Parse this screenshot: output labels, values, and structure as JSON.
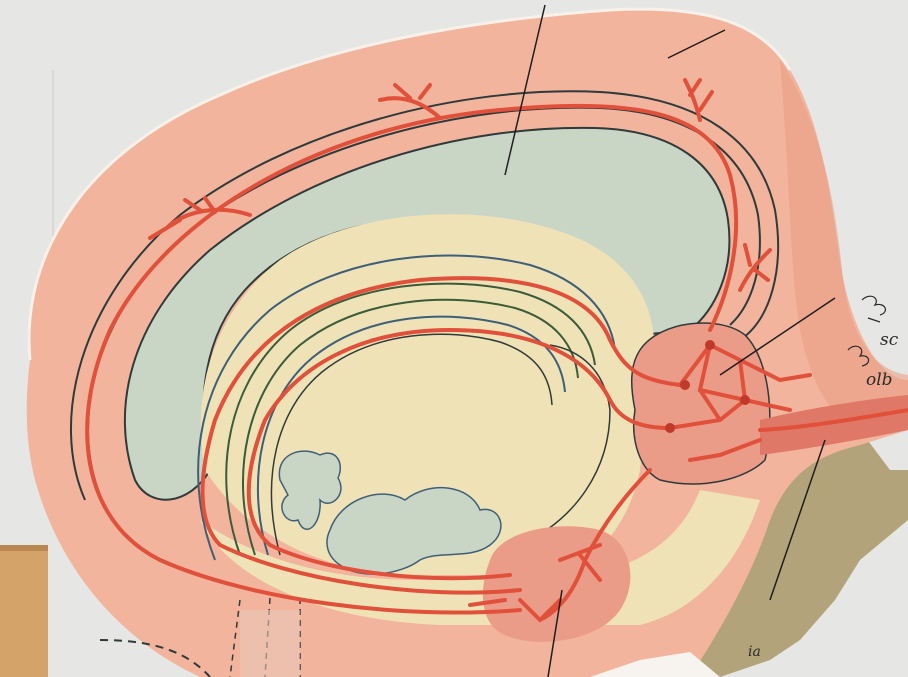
{
  "image": {
    "description_free": true,
    "handwritten_notes": [
      {
        "id": "note-sc",
        "text": "sc"
      },
      {
        "id": "note-olb",
        "text": "olb"
      },
      {
        "id": "note-ia",
        "text": "ia"
      }
    ]
  },
  "colors": {
    "wall": "#e6e6e4",
    "cortex_pink": "#f2b49c",
    "cortex_pink_dark": "#e79c84",
    "limbic_grey": "#c9d6c6",
    "core_yellow": "#efe2b6",
    "paper_edge": "#f7f1ea",
    "pathway_red": "#e0503a",
    "outline_dark": "#2f3a3a",
    "outline_green": "#3b5b3a",
    "outline_blue": "#3f5f78",
    "olive_region": "#b2a37a",
    "wood": "#d4a36a"
  }
}
